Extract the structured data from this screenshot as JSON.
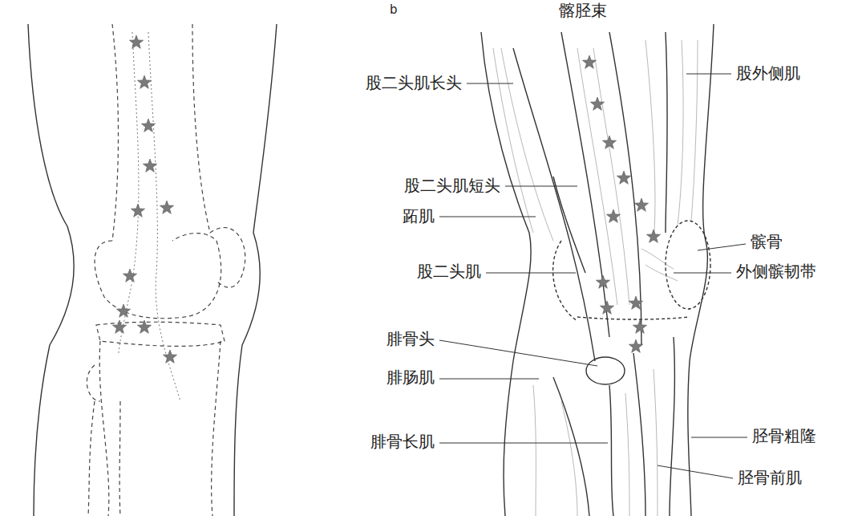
{
  "diagram": {
    "labels": [
      "髂胫束",
      "b",
      "股二头肌长头",
      "股外侧肌",
      "股二头肌短头",
      "跖肌",
      "髌骨",
      "股二头肌",
      "外侧髌韧带",
      "腓骨头",
      "腓肠肌",
      "腓骨长肌",
      "胫骨粗隆",
      "胫骨前肌"
    ]
  }
}
